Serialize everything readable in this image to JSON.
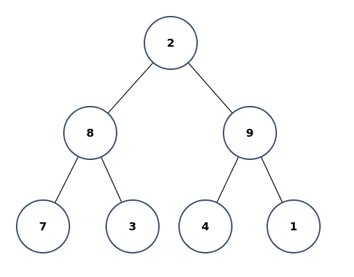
{
  "colors": {
    "node_stroke": "#3a4a6b",
    "node_fill": "#ffffff",
    "edge": "#000000",
    "background": "#ffffff"
  },
  "tree": {
    "nodes": [
      {
        "id": "n0",
        "label": "2",
        "level": 0,
        "parent": null
      },
      {
        "id": "n1",
        "label": "8",
        "level": 1,
        "parent": "n0"
      },
      {
        "id": "n2",
        "label": "9",
        "level": 1,
        "parent": "n0"
      },
      {
        "id": "n3",
        "label": "7",
        "level": 2,
        "parent": "n1"
      },
      {
        "id": "n4",
        "label": "3",
        "level": 2,
        "parent": "n1"
      },
      {
        "id": "n5",
        "label": "4",
        "level": 2,
        "parent": "n2"
      },
      {
        "id": "n6",
        "label": "1",
        "level": 2,
        "parent": "n2"
      }
    ]
  }
}
